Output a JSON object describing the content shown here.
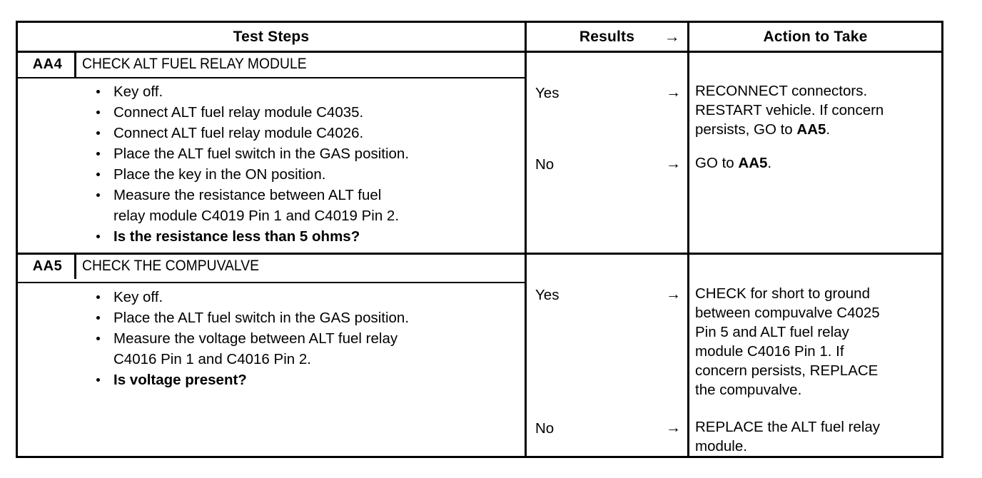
{
  "table": {
    "headers": {
      "test_steps": "Test Steps",
      "results": "Results",
      "results_arrow": "→",
      "action": "Action to Take"
    },
    "steps": [
      {
        "id": "AA4",
        "title": "CHECK ALT FUEL RELAY MODULE",
        "bullets": [
          {
            "text": "Key off.",
            "bold": false
          },
          {
            "text": "Connect ALT fuel relay module C4035.",
            "bold": false
          },
          {
            "text": "Connect ALT fuel relay module C4026.",
            "bold": false
          },
          {
            "text": "Place the ALT fuel switch in the GAS position.",
            "bold": false
          },
          {
            "text": "Place the key in the ON position.",
            "bold": false
          },
          {
            "text": "Measure the resistance between ALT fuel\nrelay module C4019 Pin 1 and C4019 Pin 2.",
            "bold": false
          },
          {
            "text": "Is the resistance less than 5 ohms?",
            "bold": true
          }
        ],
        "outcomes": [
          {
            "result": "Yes",
            "arrow": "→",
            "action_plain_1": "RECONNECT connectors.\nRESTART vehicle. If concern\npersists, GO to ",
            "action_bold": "AA5",
            "action_plain_2": "."
          },
          {
            "result": "No",
            "arrow": "→",
            "action_plain_1": "GO to ",
            "action_bold": "AA5",
            "action_plain_2": "."
          }
        ]
      },
      {
        "id": "AA5",
        "title": "CHECK THE COMPUVALVE",
        "bullets": [
          {
            "text": "Key off.",
            "bold": false
          },
          {
            "text": "Place the ALT fuel switch in the GAS position.",
            "bold": false
          },
          {
            "text": "Measure the voltage between ALT fuel relay\nC4016 Pin 1 and C4016 Pin 2.",
            "bold": false
          },
          {
            "text": "Is voltage present?",
            "bold": true
          }
        ],
        "outcomes": [
          {
            "result": "Yes",
            "arrow": "→",
            "action_plain_1": "CHECK for short to ground\nbetween compuvalve C4025\nPin 5 and ALT fuel relay\nmodule C4016 Pin 1. If\nconcern persists, REPLACE\nthe compuvalve.",
            "action_bold": "",
            "action_plain_2": ""
          },
          {
            "result": "No",
            "arrow": "→",
            "action_plain_1": "REPLACE the ALT fuel relay\nmodule.",
            "action_bold": "",
            "action_plain_2": ""
          }
        ]
      }
    ]
  },
  "colors": {
    "ink": "#000000",
    "paper": "#ffffff"
  }
}
